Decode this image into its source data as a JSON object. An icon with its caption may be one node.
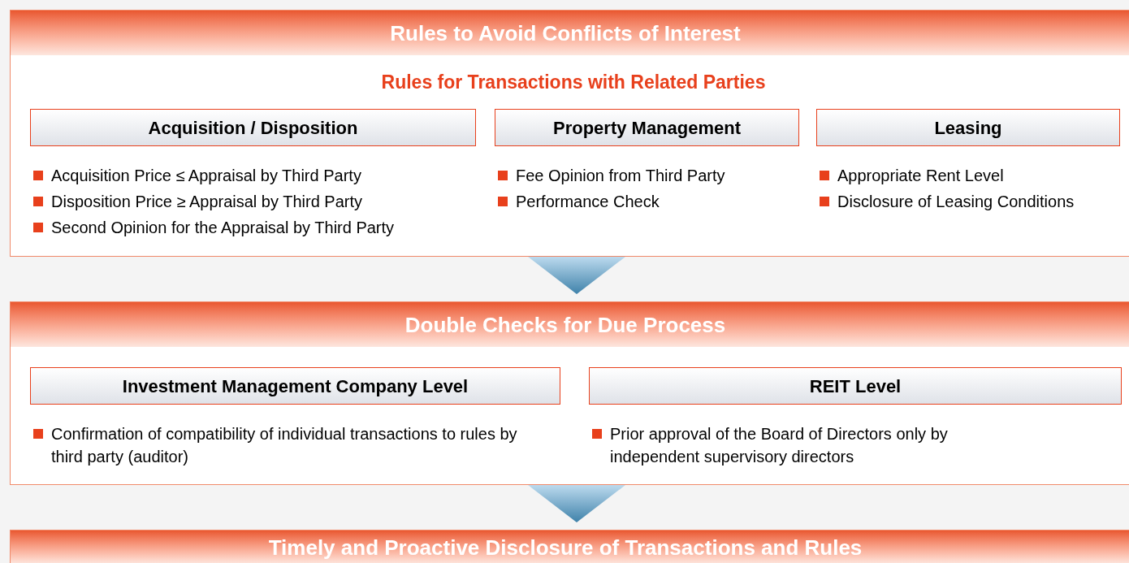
{
  "diagram": {
    "nodes": [
      {
        "text": [
          "Rules to Avoid Conflicts of Interest",
          "Rules for Transactions with Related Parties"
        ]
      },
      {
        "text": [
          "Acquisition / Disposition"
        ],
        "in": 0,
        "beside": [
          "Acquisition Price ≤ Appraisal by Third Party",
          "Disposition Price ≥ Appraisal by Third Party",
          "Second Opinion for the Appraisal by Third Party"
        ]
      },
      {
        "text": [
          "Property Management"
        ],
        "in": 0,
        "beside": [
          "Fee Opinion from Third Party",
          "Performance Check"
        ]
      },
      {
        "text": [
          "Leasing"
        ],
        "in": 0,
        "beside": [
          "Appropriate Rent Level",
          "Disclosure of Leasing Conditions"
        ]
      },
      {
        "text": [
          "Double Checks for Due Process"
        ]
      },
      {
        "text": [
          "Investment Management Company Level"
        ],
        "in": 4,
        "beside": [
          "Confirmation of compatibility of individual transactions to rules by third party (auditor)"
        ]
      },
      {
        "text": [
          "REIT Level"
        ],
        "in": 4,
        "beside": [
          "Prior approval of the Board of Directors only by independent supervisory directors"
        ]
      },
      {
        "text": [
          "Timely and Proactive Disclosure of Transactions and Rules"
        ]
      }
    ],
    "edges": [
      {
        "from": 0,
        "to": 4,
        "arrow": "to"
      },
      {
        "from": 4,
        "to": 7,
        "arrow": "to"
      }
    ]
  }
}
